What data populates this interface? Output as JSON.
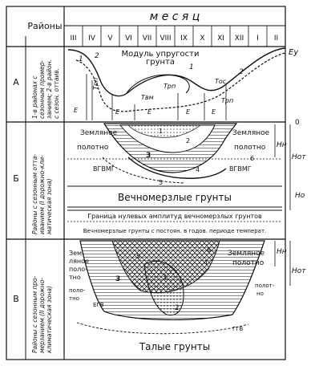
{
  "header": {
    "districts_label": "Районы",
    "month_label": "м е с я ц",
    "months": [
      "III",
      "IV",
      "V",
      "VI",
      "VII",
      "VIII",
      "IX",
      "X",
      "XI",
      "XII",
      "I",
      "II"
    ]
  },
  "rows": {
    "a": {
      "letter": "А",
      "side_text": [
        "1-в районах с",
        "сезонным промер-",
        "занием; 2-в район.",
        "с сезон. оттаив."
      ],
      "title": "Модуль упругости",
      "title2": "грунта",
      "ey": "Eу",
      "labels": [
        "1",
        "2",
        "2",
        "1"
      ],
      "e_labels": {
        "trp": "Tрп",
        "tvm": "Tвм",
        "trp_vm": "Tрп",
        "tos": "Tос",
        "trp2": "Tрп",
        "ep_gp": "E",
        "emin_vn": "E",
        "emin_vn2": "E",
        "emin_os": "E",
        "ep_os": "E"
      }
    },
    "b": {
      "letter": "Б",
      "side_text": [
        "Районы с сезонным отта-",
        "иванием (I дорожно-кли-",
        "матическая зона)"
      ],
      "subgrade_left": [
        "Земляное",
        "полотно"
      ],
      "subgrade_right": [
        "Земляное",
        "полотно"
      ],
      "zone_nums": [
        "1",
        "2",
        "3",
        "4",
        "5",
        "6"
      ],
      "vgvmg": "ВГВМГ",
      "permafrost": "Вечномерзлые  грунты",
      "boundary": "Граница нулевых амплитуд вечномерзлых грунтов",
      "constant": "Вечномерзлые грунты с постоян. в годов. периоде темперaт.",
      "zero": "0",
      "hn": "Hн",
      "hom": "Hот",
      "ho": "Hо"
    },
    "c": {
      "letter": "В",
      "side_text": [
        "Районы с сезонным про-",
        "мерзанием (II дорожно-",
        "климатическая зона)"
      ],
      "subgrade_left": [
        "Зем-",
        "ляное",
        "поло-",
        "тно"
      ],
      "subgrade_right": [
        "Земляное",
        "полотно"
      ],
      "zone_nums": [
        "1",
        "2",
        "3",
        "4",
        "5",
        "6"
      ],
      "left_small": [
        "поло-",
        "тно"
      ],
      "right_small": [
        "полот-",
        "но"
      ],
      "egv": "ЕГВ",
      "ggv": "ГГВ",
      "bottom": "Талые  грунты",
      "hn": "Hн",
      "hom": "Hот"
    }
  }
}
